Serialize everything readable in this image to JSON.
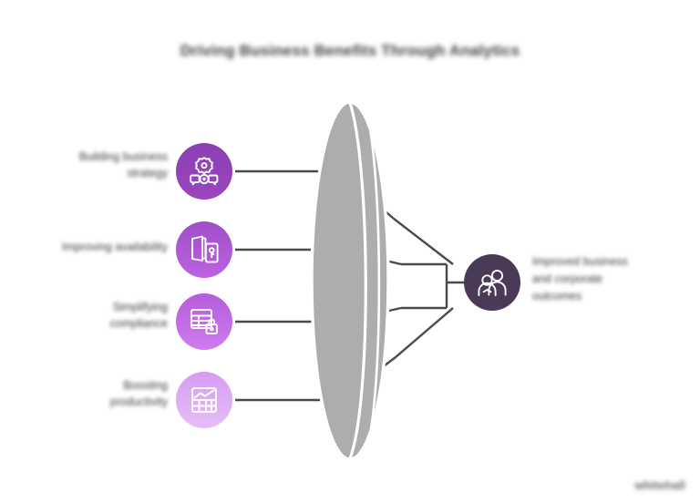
{
  "diagram": {
    "title": "Driving Business Benefits Through Analytics",
    "watermark": "whitehall",
    "colors": {
      "line": "#4a4a4a",
      "lens_fill": "#adadad",
      "lens_stroke": "#ffffff",
      "output_circle": "#4b3a55",
      "text": "#3d3d3d",
      "node_1_top": "#8b3fb5",
      "node_1_bottom": "#9a46bd",
      "node_2_top": "#a04ec8",
      "node_2_bottom": "#bb62e0",
      "node_3_top": "#b45ddb",
      "node_3_bottom": "#cf7bef",
      "node_4_top": "#d79cf2",
      "node_4_bottom": "#e5bdf8"
    },
    "center": {
      "shape_name": "analytics-lens"
    },
    "inputs": [
      {
        "id": "input-1",
        "icon": "gear-people-icon",
        "label_lines": [
          "Building business",
          "strategy"
        ]
      },
      {
        "id": "input-2",
        "icon": "door-access-icon",
        "label_lines": [
          "Improving availability"
        ]
      },
      {
        "id": "input-3",
        "icon": "secure-table-icon",
        "label_lines": [
          "Simplifying",
          "compliance"
        ]
      },
      {
        "id": "input-4",
        "icon": "trend-grid-icon",
        "label_lines": [
          "Boosting",
          "productivity"
        ]
      }
    ],
    "output": {
      "id": "output-1",
      "icon": "people-group-icon",
      "label_lines": [
        "Improved business",
        "and corporate",
        "outcomes"
      ]
    }
  }
}
